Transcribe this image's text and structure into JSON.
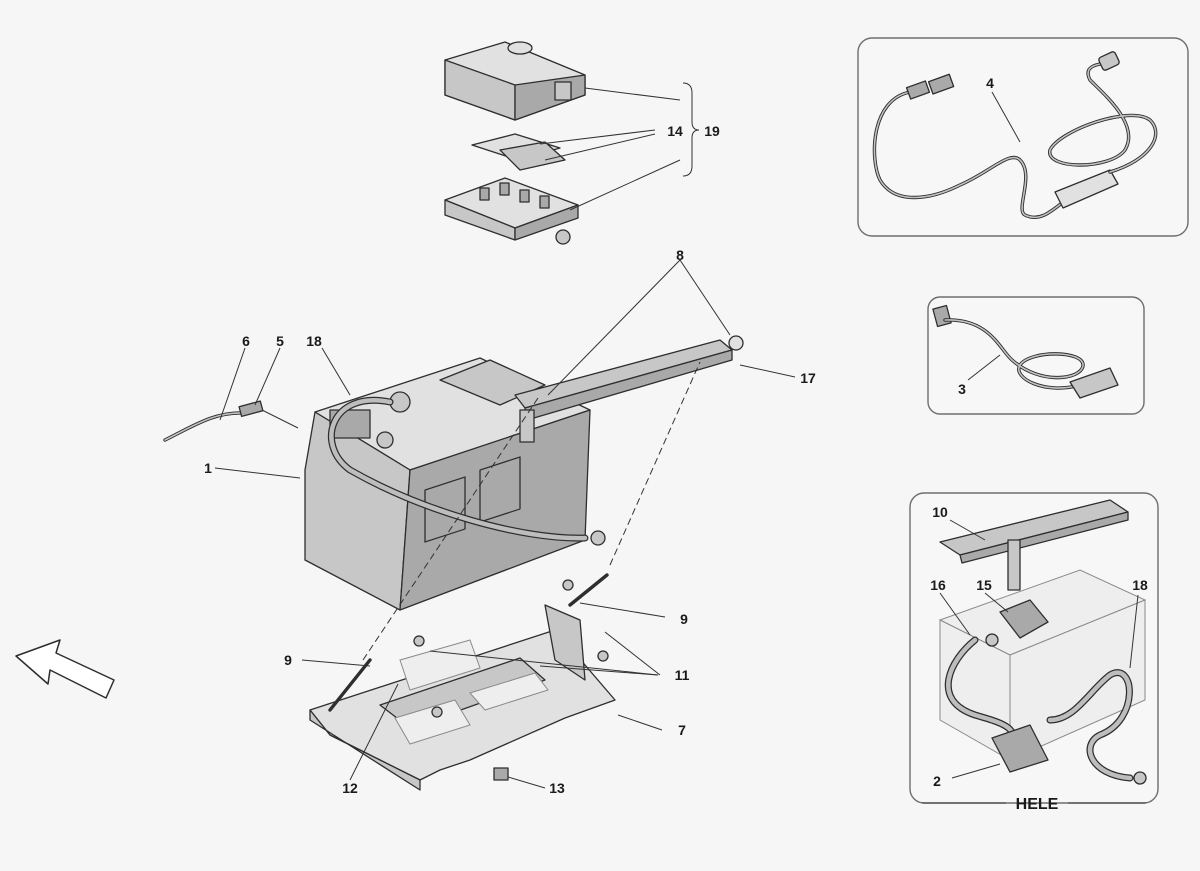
{
  "callouts": {
    "c1": "1",
    "c2": "2",
    "c3": "3",
    "c4": "4",
    "c5": "5",
    "c6": "6",
    "c7": "7",
    "c8": "8",
    "c9a": "9",
    "c9b": "9",
    "c10": "10",
    "c11": "11",
    "c12": "12",
    "c13": "13",
    "c14": "14",
    "c15": "15",
    "c16": "16",
    "c17": "17",
    "c18a": "18",
    "c18b": "18",
    "c19": "19"
  },
  "inset_caption": "HELE",
  "icons": {
    "direction_arrow": "front-direction-arrow-icon"
  },
  "colors": {
    "background": "#f6f6f6",
    "part_fill": "#c7c7c7",
    "outline": "#2e2e2e"
  }
}
